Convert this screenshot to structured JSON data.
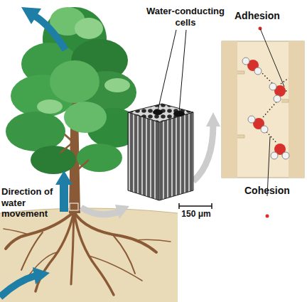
{
  "diagram": {
    "labels": [
      "Adhesion",
      "Water-conducting cells",
      "Cohesion",
      "Direction of water movement",
      "150 μm"
    ]
  }
}
